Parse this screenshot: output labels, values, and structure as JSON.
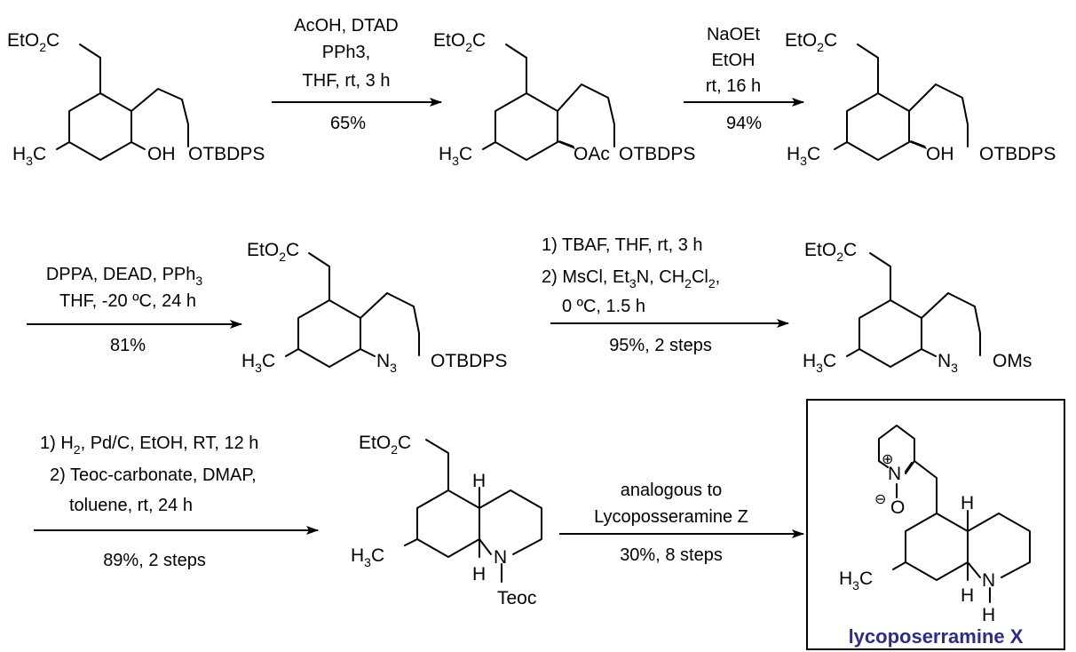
{
  "groups": {
    "ester": "EtO",
    "two": "2",
    "c": "C",
    "h3c_h": "H",
    "three": "3",
    "oh": "OH",
    "oac": "OAc",
    "otbdps": "OTBDPS",
    "n": "N",
    "oms": "OMs",
    "h": "H",
    "teoc": "Teoc",
    "oxide_o": "O",
    "plus": "⊕",
    "minus": "⊖"
  },
  "conditions": {
    "step1": [
      "AcOH, DTAD",
      "PPh3,",
      "THF, rt, 3 h"
    ],
    "step1_yield": "65%",
    "step2": [
      "NaOEt",
      "EtOH",
      "rt, 16 h"
    ],
    "step2_yield": "94%",
    "step3": [
      "DPPA, DEAD, PPh3",
      "THF, -20 ºC, 24 h"
    ],
    "step3_yield": "81%",
    "step4": [
      "1) TBAF, THF, rt, 3 h",
      "2) MsCl, Et3N, CH2Cl2,",
      "0 ºC, 1.5 h"
    ],
    "step4_yield": "95%, 2 steps",
    "step5": [
      "1) H2, Pd/C, EtOH, RT, 12 h",
      "2) Teoc-carbonate, DMAP,",
      "toluene, rt, 24 h"
    ],
    "step5_yield": "89%, 2 steps",
    "step6": [
      "analogous to",
      "Lycoposseramine Z"
    ],
    "step6_yield": "30%, 8 steps"
  },
  "product_name": "lycoposerramine X",
  "colors": {
    "product_name": "#2d2e83",
    "ink": "#000000"
  }
}
